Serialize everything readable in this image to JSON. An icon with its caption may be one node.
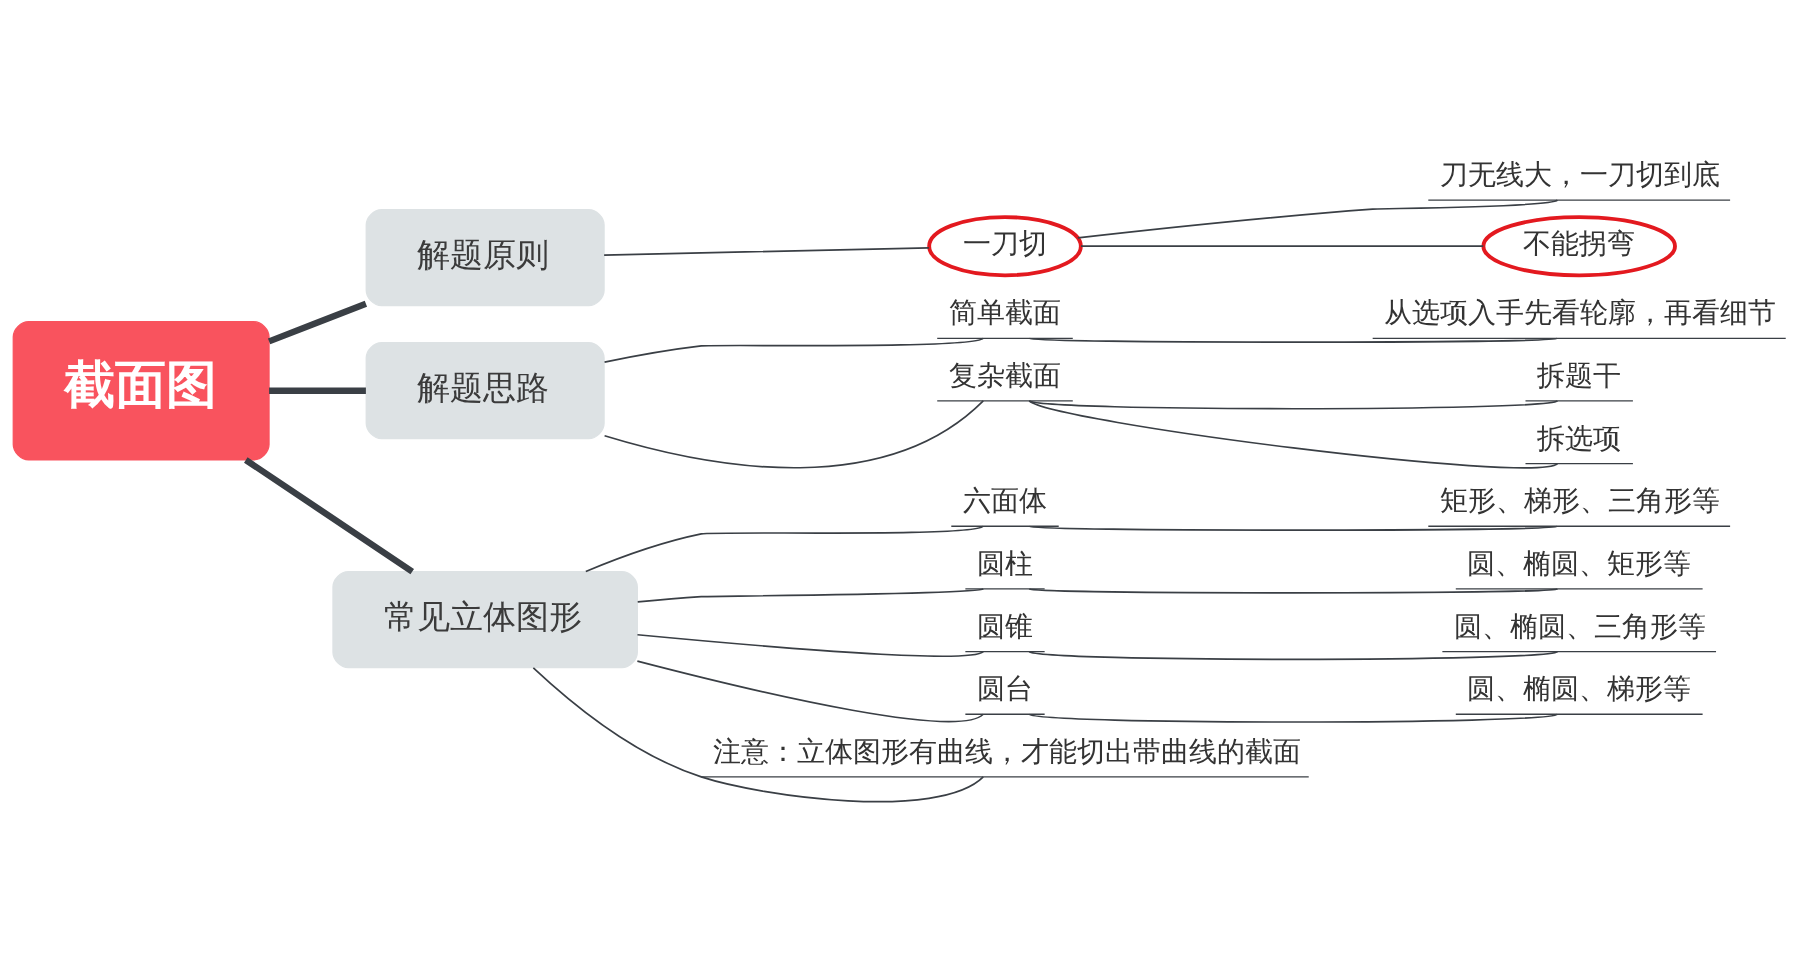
{
  "diagram": {
    "nodes": [
      {
        "text": [
          "截面图"
        ]
      },
      {
        "text": [
          "解题原则"
        ]
      },
      {
        "text": [
          "解题思路"
        ]
      },
      {
        "text": [
          "常见立体图形"
        ]
      },
      {
        "text": [
          "一刀切"
        ]
      },
      {
        "text": [
          "刀无线大，一刀切到底"
        ]
      },
      {
        "text": [
          "不能拐弯"
        ]
      },
      {
        "text": [
          "简单截面"
        ]
      },
      {
        "text": [
          "从选项入手先看轮廓，再看细节"
        ]
      },
      {
        "text": [
          "复杂截面"
        ]
      },
      {
        "text": [
          "拆题干"
        ]
      },
      {
        "text": [
          "拆选项"
        ]
      },
      {
        "text": [
          "六面体"
        ]
      },
      {
        "text": [
          "矩形、梯形、三角形等"
        ]
      },
      {
        "text": [
          "圆柱"
        ]
      },
      {
        "text": [
          "圆、椭圆、矩形等"
        ]
      },
      {
        "text": [
          "圆锥"
        ]
      },
      {
        "text": [
          "圆、椭圆、三角形等"
        ]
      },
      {
        "text": [
          "圆台"
        ]
      },
      {
        "text": [
          "圆、椭圆、梯形等"
        ]
      },
      {
        "text": [
          "注意：立体图形有曲线，才能切出带曲线的截面"
        ]
      }
    ],
    "edges": [
      {
        "from": 0,
        "to": 1,
        "arrow": "none",
        "style": "thick"
      },
      {
        "from": 0,
        "to": 2,
        "arrow": "none",
        "style": "thick"
      },
      {
        "from": 0,
        "to": 3,
        "arrow": "none",
        "style": "thick"
      },
      {
        "from": 1,
        "to": 4,
        "arrow": "none"
      },
      {
        "from": 4,
        "to": 5,
        "arrow": "none"
      },
      {
        "from": 4,
        "to": 6,
        "arrow": "none"
      },
      {
        "from": 2,
        "to": 7,
        "arrow": "none"
      },
      {
        "from": 7,
        "to": 8,
        "arrow": "none"
      },
      {
        "from": 2,
        "to": 9,
        "arrow": "none"
      },
      {
        "from": 9,
        "to": 10,
        "arrow": "none"
      },
      {
        "from": 9,
        "to": 11,
        "arrow": "none"
      },
      {
        "from": 3,
        "to": 12,
        "arrow": "none"
      },
      {
        "from": 12,
        "to": 13,
        "arrow": "none"
      },
      {
        "from": 3,
        "to": 14,
        "arrow": "none"
      },
      {
        "from": 14,
        "to": 15,
        "arrow": "none"
      },
      {
        "from": 3,
        "to": 16,
        "arrow": "none"
      },
      {
        "from": 16,
        "to": 17,
        "arrow": "none"
      },
      {
        "from": 3,
        "to": 18,
        "arrow": "none"
      },
      {
        "from": 18,
        "to": 19,
        "arrow": "none"
      },
      {
        "from": 3,
        "to": 20,
        "arrow": "none"
      }
    ]
  }
}
